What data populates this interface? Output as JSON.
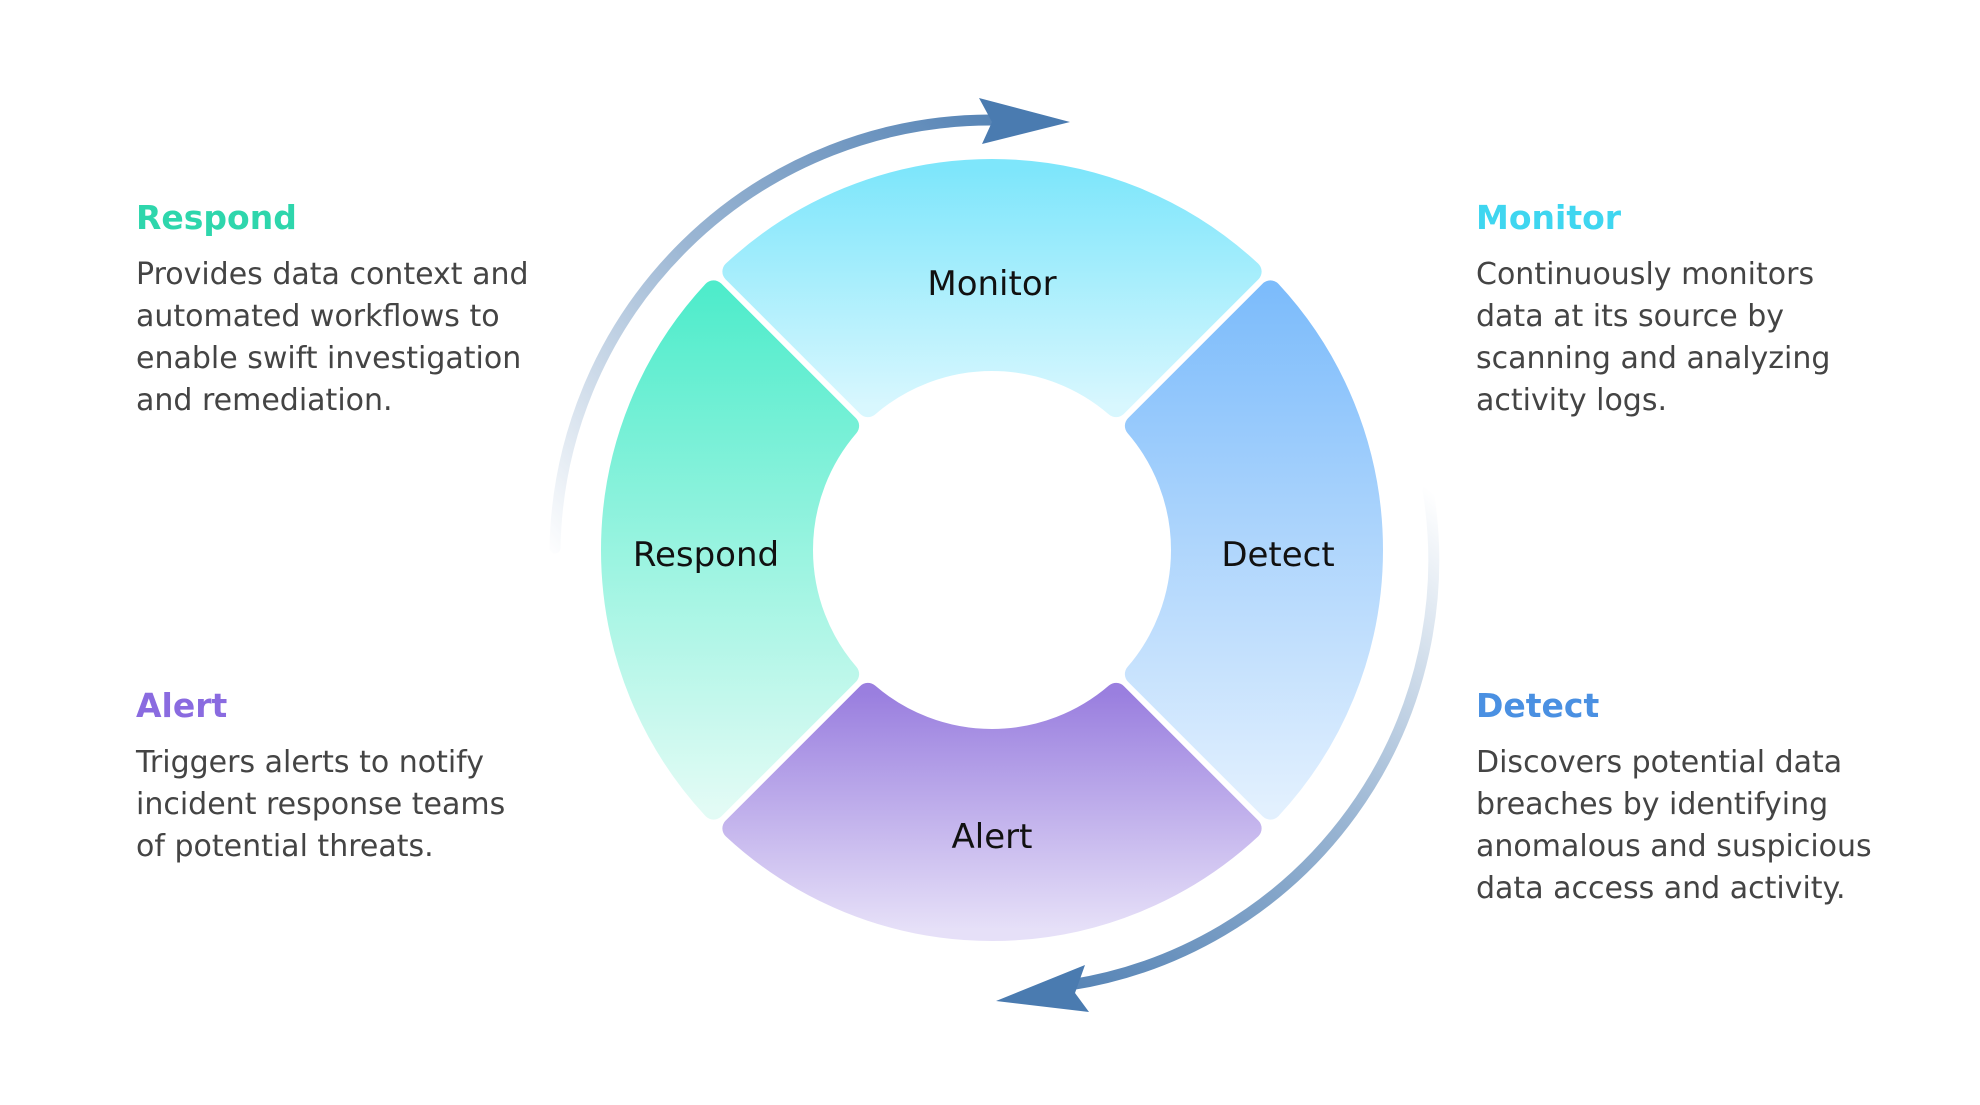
{
  "colors": {
    "monitor": "#3fd6f0",
    "detect": "#4a90e2",
    "alert": "#8a6be0",
    "respond": "#2ed6ac",
    "arrow": "#4a7bb0",
    "body_text": "#444444"
  },
  "cycle": {
    "segments": [
      {
        "id": "monitor",
        "label": "Monitor"
      },
      {
        "id": "detect",
        "label": "Detect"
      },
      {
        "id": "alert",
        "label": "Alert"
      },
      {
        "id": "respond",
        "label": "Respond"
      }
    ],
    "arrows": [
      "clockwise-arrow-top",
      "clockwise-arrow-bottom"
    ]
  },
  "descriptions": {
    "respond": {
      "title": "Respond",
      "lines": [
        "Provides data context and",
        "automated workflows to",
        "enable swift investigation",
        "and remediation."
      ]
    },
    "monitor": {
      "title": "Monitor",
      "lines": [
        "Continuously monitors",
        "data at its source by",
        "scanning and analyzing",
        "activity logs."
      ]
    },
    "alert": {
      "title": "Alert",
      "lines": [
        "Triggers alerts to notify",
        "incident response teams",
        "of potential threats."
      ]
    },
    "detect": {
      "title": "Detect",
      "lines": [
        "Discovers potential data",
        "breaches by identifying",
        "anomalous and suspicious",
        "data access and activity."
      ]
    }
  }
}
